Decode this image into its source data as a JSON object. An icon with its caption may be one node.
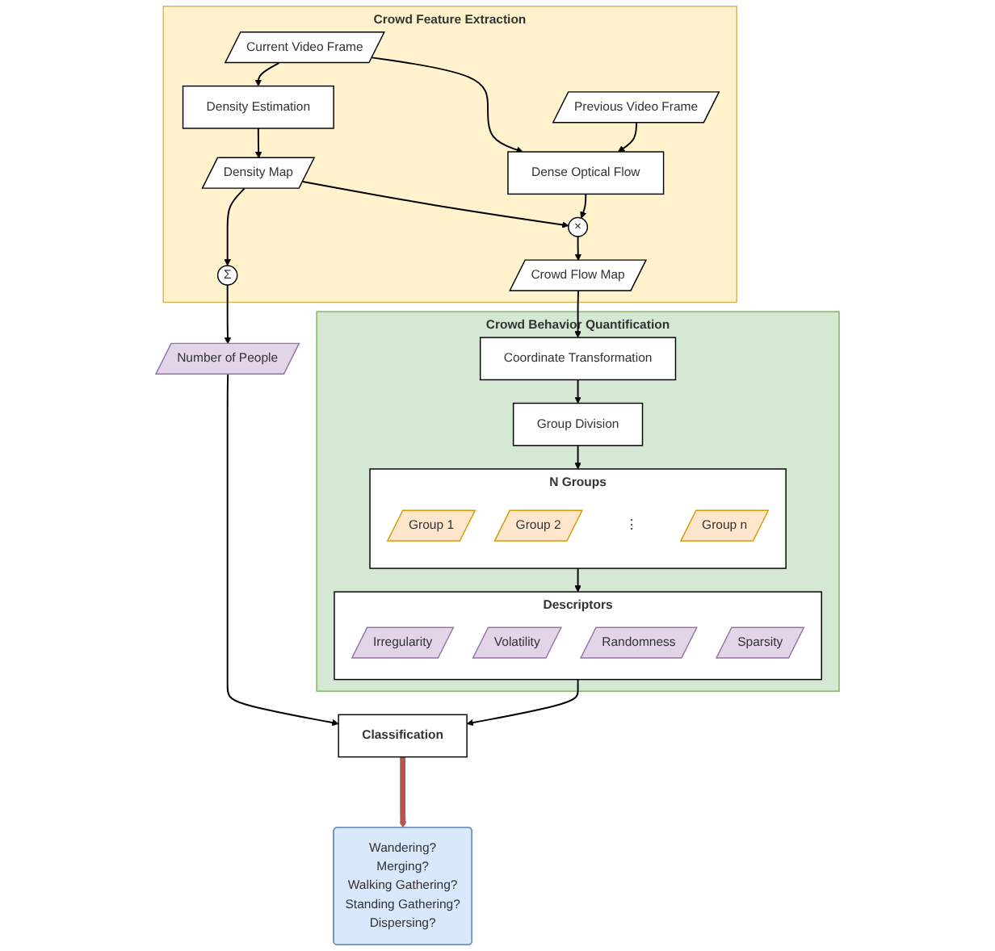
{
  "diagram": {
    "nodes": [
      {
        "text": [
          "Crowd Feature Extraction"
        ]
      },
      {
        "text": [
          "Current Video Frame"
        ],
        "in": 0
      },
      {
        "text": [
          "Density Estimation"
        ],
        "in": 0
      },
      {
        "text": [
          "Density Map"
        ],
        "in": 0
      },
      {
        "text": [
          "Σ"
        ],
        "in": 0
      },
      {
        "text": [
          "Previous Video Frame"
        ],
        "in": 0
      },
      {
        "text": [
          "Dense Optical Flow"
        ],
        "in": 0
      },
      {
        "text": [
          "×"
        ],
        "in": 0
      },
      {
        "text": [
          "Crowd Flow Map"
        ],
        "in": 0
      },
      {
        "text": [
          "Crowd Behavior Quantification"
        ]
      },
      {
        "text": [
          "Group Division"
        ],
        "in": 9
      },
      {
        "text": [
          "Coordinate Transformation"
        ],
        "in": 9
      },
      {
        "text": [
          "N Groups"
        ],
        "in": 9
      },
      {
        "text": [
          "Group 1"
        ],
        "in": 12
      },
      {
        "text": [
          "Group 2"
        ],
        "in": 12
      },
      {
        "text": [
          "⋮"
        ],
        "in": 12
      },
      {
        "text": [
          "Group n"
        ],
        "in": 12
      },
      {
        "text": [
          "Descriptors"
        ],
        "in": 9
      },
      {
        "text": [
          "Irregularity"
        ],
        "in": 17
      },
      {
        "text": [
          "Volatility"
        ],
        "in": 17
      },
      {
        "text": [
          "Randomness"
        ],
        "in": 17
      },
      {
        "text": [
          "Sparsity"
        ],
        "in": 17
      },
      {
        "text": [
          "Number of People"
        ]
      },
      {
        "text": [
          "Classification"
        ]
      },
      {
        "text": [
          "Wandering?",
          "Merging?",
          "Walking Gathering?",
          "Standing Gathering?",
          "Dispersing?"
        ]
      }
    ],
    "edges": [
      {
        "from": 1,
        "to": 2,
        "arrow": "to"
      },
      {
        "from": 1,
        "to": 6,
        "arrow": "to"
      },
      {
        "from": 5,
        "to": 6,
        "arrow": "to"
      },
      {
        "from": 2,
        "to": 3,
        "arrow": "to"
      },
      {
        "from": 3,
        "to": 4,
        "arrow": "to"
      },
      {
        "from": 3,
        "to": 7,
        "arrow": "to"
      },
      {
        "from": 6,
        "to": 7,
        "arrow": "to"
      },
      {
        "from": 7,
        "to": 8,
        "arrow": "to"
      },
      {
        "from": 8,
        "to": 11,
        "arrow": "to"
      },
      {
        "from": 4,
        "to": 22,
        "arrow": "to"
      },
      {
        "from": 11,
        "to": 10,
        "arrow": "to"
      },
      {
        "from": 10,
        "to": 12,
        "arrow": "to"
      },
      {
        "from": 12,
        "to": 17,
        "arrow": "to"
      },
      {
        "from": 17,
        "to": 23,
        "arrow": "to"
      },
      {
        "from": 22,
        "to": 23,
        "arrow": "to"
      },
      {
        "from": 23,
        "to": 24,
        "arrow": "to",
        "style": "thick",
        "color": "#b85450"
      }
    ]
  }
}
